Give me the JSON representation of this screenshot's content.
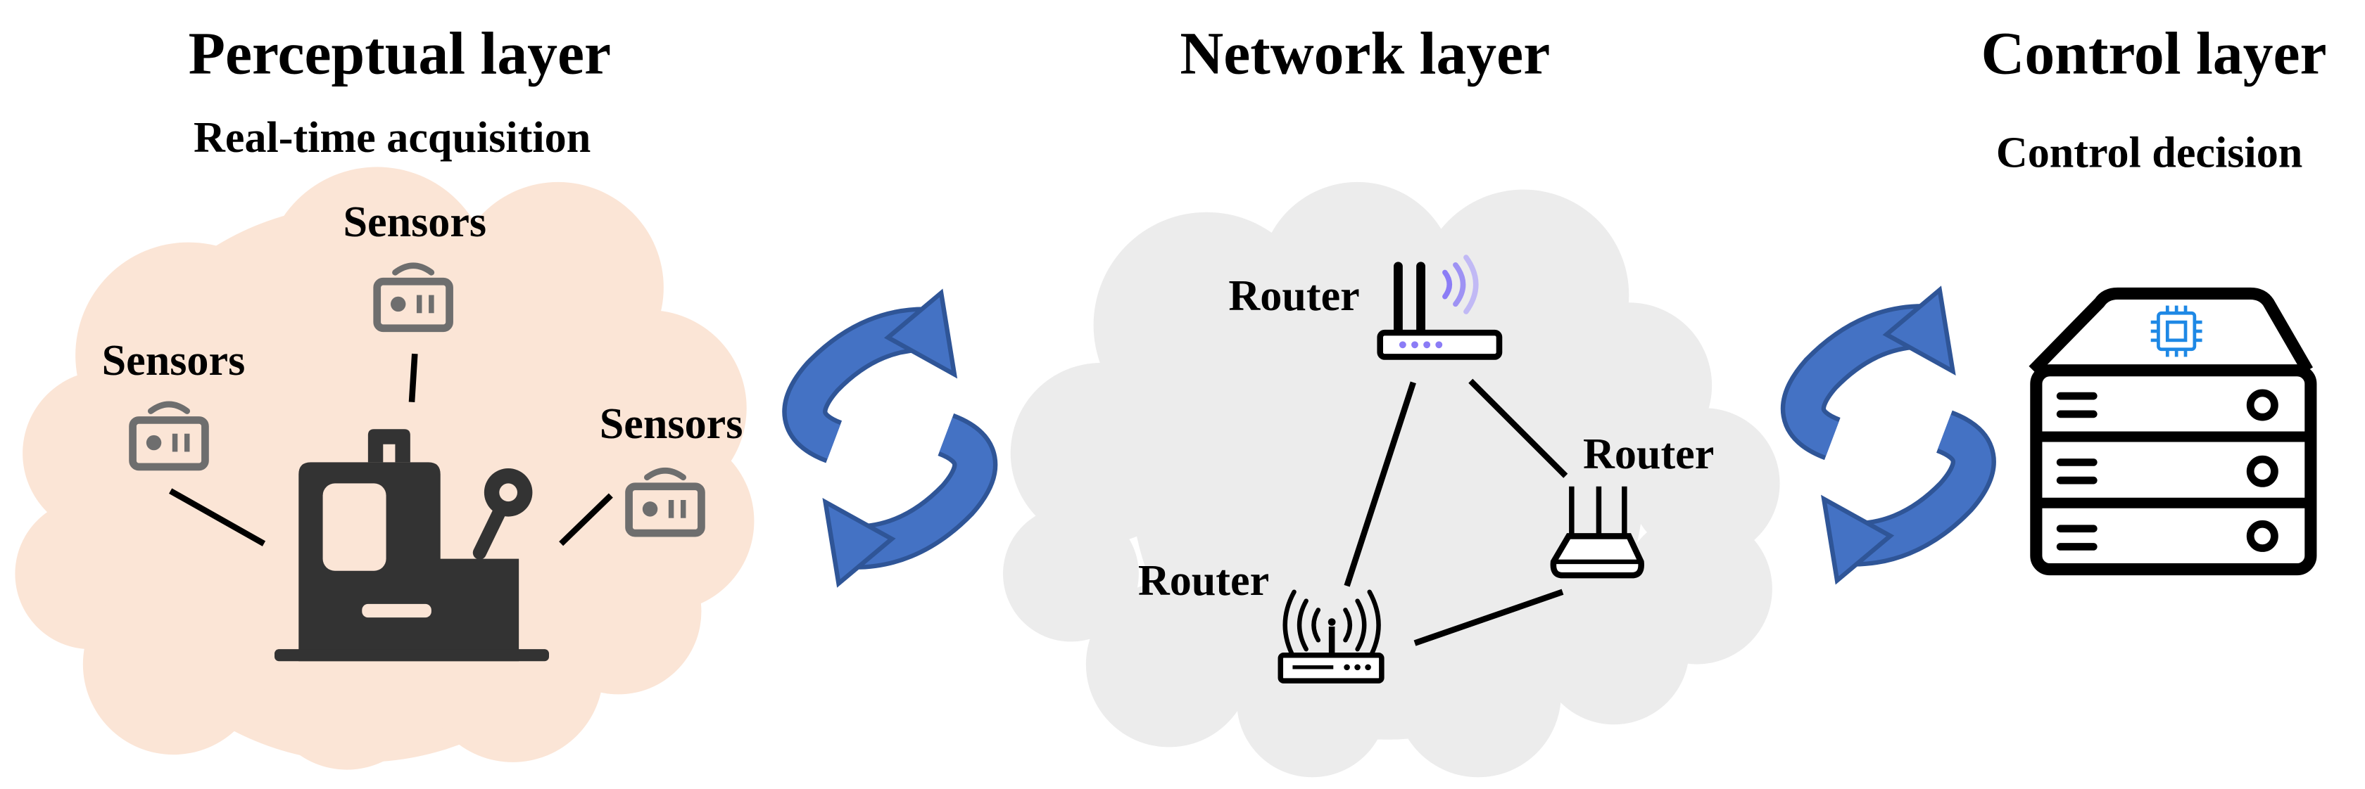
{
  "layers": {
    "perceptual": {
      "title": "Perceptual layer",
      "subtitle": "Real-time acquisition",
      "sensors": [
        "Sensors",
        "Sensors",
        "Sensors"
      ]
    },
    "network": {
      "title": "Network layer",
      "routers": [
        "Router",
        "Router",
        "Router"
      ]
    },
    "control": {
      "title": "Control layer",
      "subtitle": "Control decision"
    }
  },
  "colors": {
    "perceptual_cloud": "#fbe5d6",
    "network_cloud": "#ececec",
    "cycle_arrow": "#4472c4",
    "cycle_arrow_dark": "#2f5597",
    "device": "#333333",
    "sensor": "#6e6e6e",
    "wifi": "#8b7cf6",
    "chip": "#1e88e5"
  },
  "icons": {
    "machine": "industrial-machine-icon",
    "sensor": "sensor-icon",
    "router": "router-icon",
    "server": "server-icon",
    "chip": "chip-icon",
    "cycle": "cycle-arrows-icon"
  }
}
